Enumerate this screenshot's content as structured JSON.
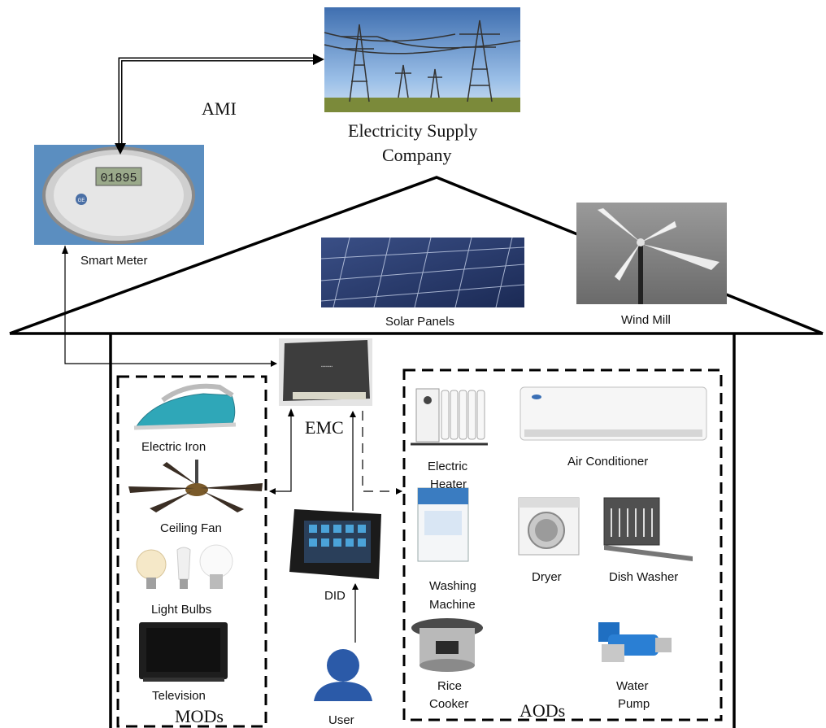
{
  "top": {
    "ami_label": "AMI",
    "supply_label_line1": "Electricity Supply",
    "supply_label_line2": "Company"
  },
  "home": {
    "smart_meter": {
      "label": "Smart Meter",
      "display_value": "01895",
      "brand": "GE"
    },
    "solar_panels": "Solar Panels",
    "wind_mill": "Wind Mill",
    "emc": "EMC",
    "did": "DID",
    "user": "User"
  },
  "mods": {
    "group_label": "MODs",
    "items": [
      "Electric Iron",
      "Ceiling Fan",
      "Light Bulbs",
      "Television"
    ]
  },
  "aods": {
    "group_label": "AODs",
    "electric_heater": [
      "Electric",
      "Heater"
    ],
    "air_conditioner": "Air Conditioner",
    "washing_machine": [
      "Washing",
      "Machine"
    ],
    "dryer": "Dryer",
    "dish_washer": "Dish Washer",
    "rice_cooker": [
      "Rice",
      "Cooker"
    ],
    "water_pump": [
      "Water",
      "Pump"
    ]
  }
}
